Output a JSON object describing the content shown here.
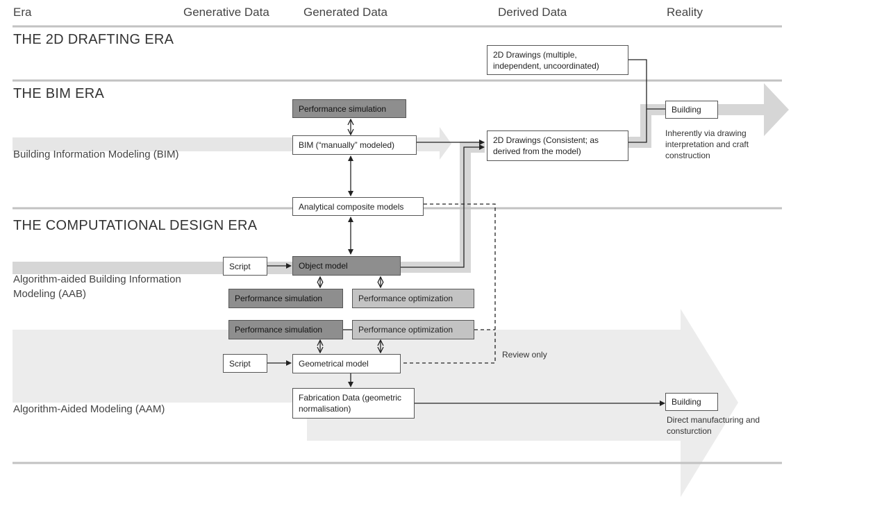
{
  "headers": {
    "era": "Era",
    "generative": "Generative Data",
    "generated": "Generated Data",
    "derived": "Derived Data",
    "reality": "Reality"
  },
  "eras": {
    "drafting": "THE 2D DRAFTING ERA",
    "bim": "THE BIM ERA",
    "computational": "THE COMPUTATIONAL DESIGN ERA"
  },
  "rows": {
    "bim": "Building Information Modeling (BIM)",
    "aab": "Algorithm-aided Building Information Modeling (AAB)",
    "aam": "Algorithm-Aided Modeling (AAM)"
  },
  "boxes": {
    "drawings_uncoordinated": "2D Drawings (multiple, independent, uncoordinated)",
    "drawings_consistent": "2D Drawings (Consistent; as derived from the model)",
    "building_top": "Building",
    "building_bottom": "Building",
    "bim_perf_sim": "Performance simulation",
    "bim_manual": "BIM (“manually” modeled)",
    "analytical": "Analytical composite models",
    "script_1": "Script",
    "object_model": "Object model",
    "aab_perf_sim": "Performance simulation",
    "aab_perf_opt": "Performance optimization",
    "aam_perf_sim": "Performance simulation",
    "aam_perf_opt": "Performance optimization",
    "script_2": "Script",
    "geometrical_model": "Geometrical model",
    "fabrication_data": "Fabrication Data (geometric normalisation)"
  },
  "notes": {
    "review_only": "Review only",
    "inherently": "Inherently via drawing interpretation and craft construction",
    "direct": "Direct manufacturing and consturction"
  },
  "colors": {
    "divider": "#c2c2c2",
    "band_light": "#ececec",
    "band_mid": "#d6d6d6",
    "box_dark": "#8e8e8e",
    "box_mid": "#c3c3c3",
    "line": "#222222"
  }
}
